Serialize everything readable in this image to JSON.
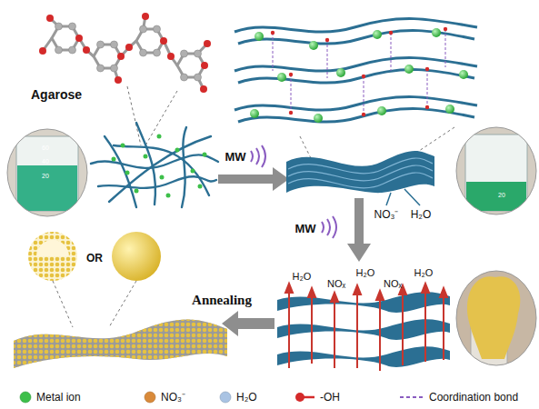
{
  "diagram": {
    "labels": [
      "Agarose",
      "60",
      "40",
      "20",
      "MW",
      "20",
      "NO₃⁻",
      "H₂O",
      "MW",
      "H₂O",
      "NOₓ",
      "H₂O",
      "NOₓ",
      "H₂O",
      "OR",
      "Annealing"
    ],
    "legend": [
      {
        "text": "Metal ion",
        "color": "#3dbf4a"
      },
      {
        "text": "NO₃⁻",
        "color": "#d98a3a"
      },
      {
        "text": "H₂O",
        "color": "#a9c3e3"
      },
      {
        "text": "-OH"
      },
      {
        "text": "Coordination bond"
      }
    ]
  }
}
